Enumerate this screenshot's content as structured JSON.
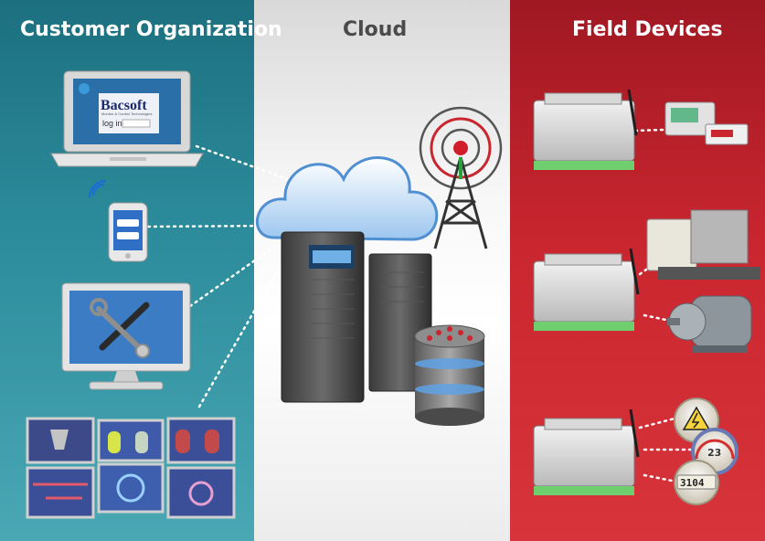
{
  "sections": {
    "customer": "Customer Organization",
    "cloud": "Cloud",
    "field": "Field Devices"
  },
  "laptop_screen": {
    "brand": "Bacsoft",
    "brand_tagline": "Monitor & Control Technologies",
    "login_label": "log in"
  },
  "gauges": {
    "temperature": "23",
    "meter_reading": "3104"
  },
  "colors": {
    "customer_panel": "#2b8a99",
    "cloud_panel": "#f2f2f2",
    "field_panel": "#c9262f"
  },
  "icons": [
    "laptop-icon",
    "smartphone-icon",
    "monitor-icon",
    "tools-icon",
    "scada-screens-icon",
    "cloud-icon",
    "server-icon",
    "database-icon",
    "antenna-tower-icon",
    "rtu-controller-icon",
    "generator-icon",
    "electric-motor-icon",
    "hazard-gauge-icon",
    "thermometer-gauge-icon",
    "counter-gauge-icon"
  ]
}
